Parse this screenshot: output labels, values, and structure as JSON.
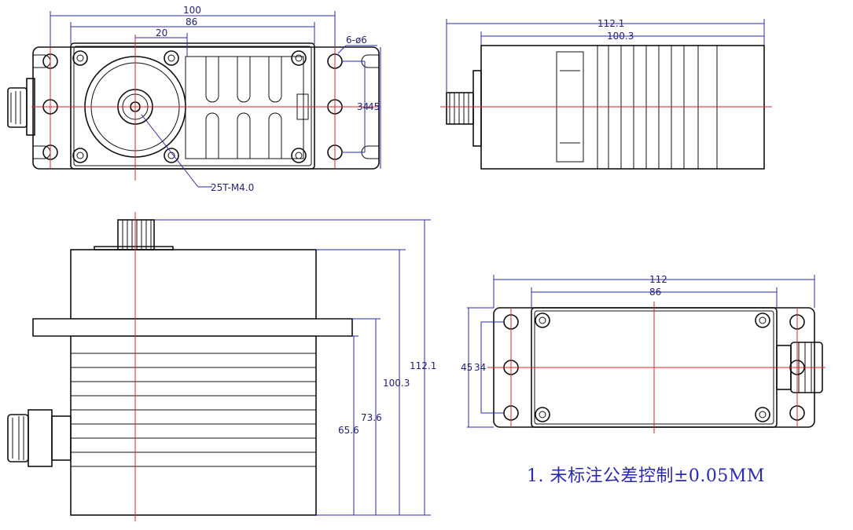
{
  "views": {
    "top": {
      "dim_width_total": "100",
      "dim_width_inner": "86",
      "dim_offset": "20",
      "dim_holes": "6-ø6",
      "dim_height_small": "34",
      "dim_height_large": "45",
      "spline_label": "25T-M4.0"
    },
    "side_top": {
      "dim_length_total": "112.1",
      "dim_length_body": "100.3"
    },
    "front": {
      "dim_height_total": "112.1",
      "dim_height_body": "100.3",
      "dim_height_flange": "73.6",
      "dim_height_base": "65.6"
    },
    "bottom": {
      "dim_length_total": "112",
      "dim_length_inner": "86",
      "dim_height_large": "45",
      "dim_height_small": "34"
    }
  },
  "note": "1. 未标注公差控制±0.05MM",
  "colors": {
    "outline": "#111111",
    "dimension": "#2a2ab0",
    "centerline": "#e0242a",
    "note": "#2a2ab8"
  }
}
